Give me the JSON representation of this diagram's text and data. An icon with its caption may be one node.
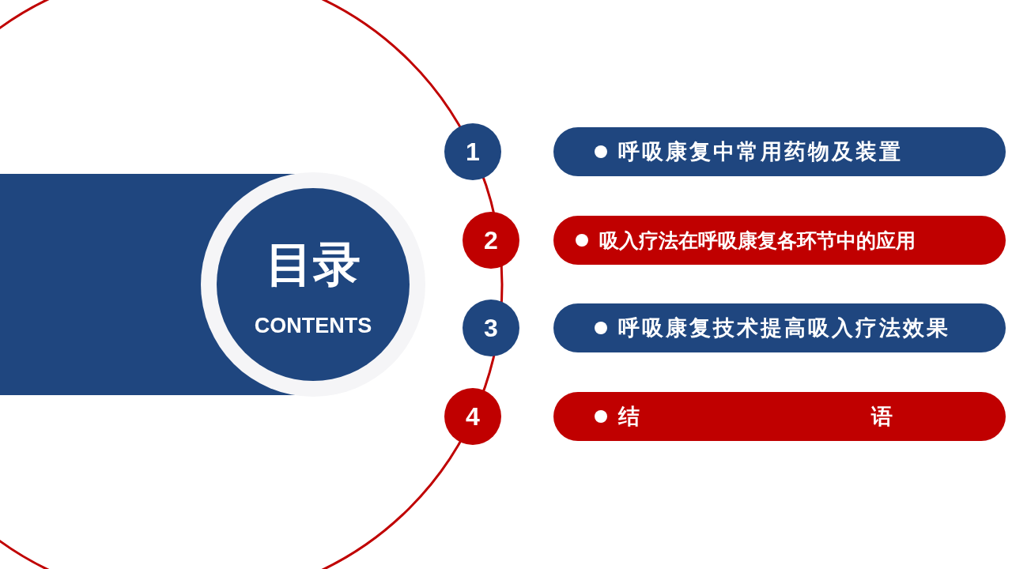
{
  "diagram": {
    "nodes": [
      {
        "text": [
          "目录",
          "CONTENTS"
        ]
      },
      {
        "text": [
          "1"
        ]
      },
      {
        "text": [
          "呼吸康复中常用药物及装置"
        ]
      },
      {
        "text": [
          "2"
        ]
      },
      {
        "text": [
          "吸入疗法在呼吸康复各环节中的应用"
        ]
      },
      {
        "text": [
          "3"
        ]
      },
      {
        "text": [
          "呼吸康复技术提高吸入疗法效果"
        ]
      },
      {
        "text": [
          "4"
        ]
      },
      {
        "text": [
          "结",
          "语"
        ]
      }
    ]
  }
}
